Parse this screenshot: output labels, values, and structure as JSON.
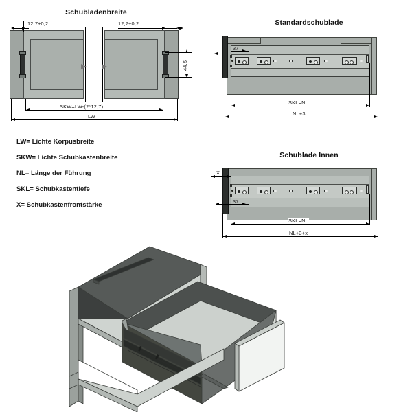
{
  "document": {
    "language": "de",
    "type": "technical-drawing",
    "subject": "Schubladen-Auszug Einbaumasse"
  },
  "diagrams": {
    "width_view": {
      "title": "Schubladenbreite",
      "dims": {
        "left_gap": "12,7±0,2",
        "right_gap": "12,7±0,2",
        "rail_height": "44,5",
        "inner_width": "SKW=LW-(2*12,7)",
        "total_width": "LW"
      }
    },
    "standard_drawer": {
      "title": "Standardschublade",
      "dims": {
        "front_offset": "37",
        "depth": "SKL=NL",
        "total_length": "NL+3"
      }
    },
    "inner_drawer": {
      "title": "Schublade Innen",
      "dims": {
        "front_thickness": "X",
        "front_offset": "37",
        "depth": "SKL=NL",
        "total_length": "NL+3+x"
      }
    },
    "isometric": {
      "title": "",
      "caption": ""
    }
  },
  "legend": {
    "items": [
      "LW= Lichte Korpusbreite",
      "SKW= Lichte Schubkastenbreite",
      "NL= Länge der Führung",
      "SKL= Schubkastentiefe",
      "X= Schubkastenfrontstärke"
    ]
  },
  "colors": {
    "background": "#ffffff",
    "line": "#000000",
    "body_gray": "#9fa5a1",
    "panel_gray": "#b4bab6",
    "rail_dark": "#2e3130",
    "front_dark": "#2b2e2c",
    "text": "#1a1a1a"
  }
}
